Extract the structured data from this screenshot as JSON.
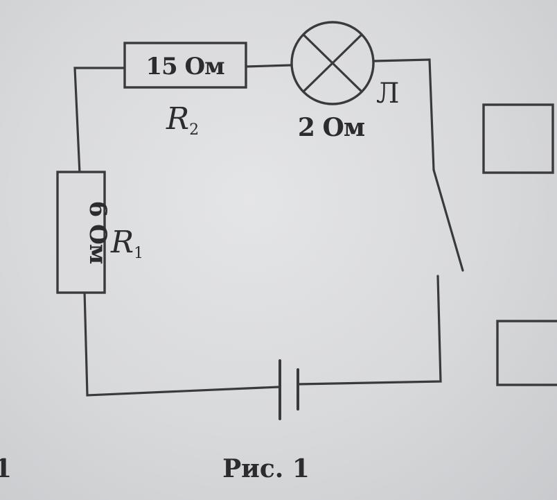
{
  "circuit": {
    "r1": {
      "symbol": "R",
      "subscript": "1",
      "value": "6 Ом"
    },
    "r2": {
      "symbol": "R",
      "subscript": "2",
      "value": "15 Ом"
    },
    "lamp": {
      "symbol": "Л",
      "value": "2 Ом"
    }
  },
  "caption": "Рис. 1",
  "margin_fragment": "1"
}
